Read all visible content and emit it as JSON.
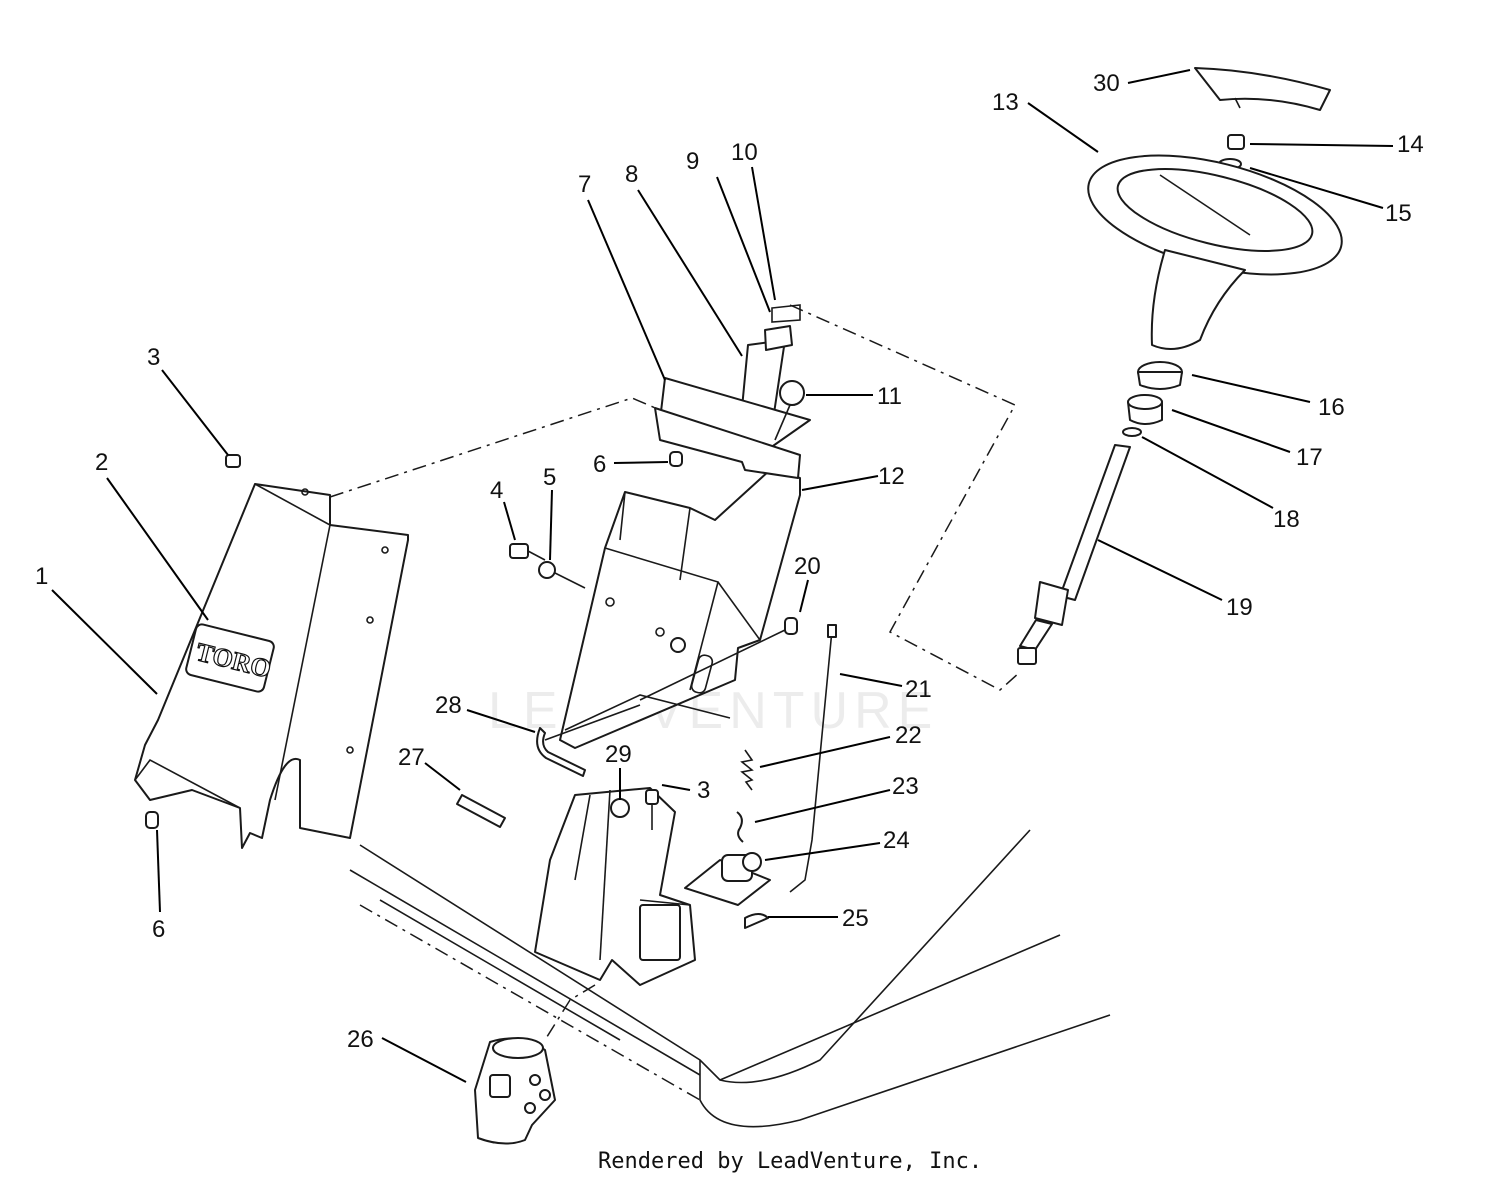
{
  "watermark": "LEADVENTURE",
  "brand_logo_text": "TORO",
  "credit": "Rendered by LeadVenture, Inc.",
  "callouts": [
    "1",
    "2",
    "3",
    "3",
    "4",
    "5",
    "6",
    "6",
    "7",
    "8",
    "9",
    "10",
    "11",
    "12",
    "13",
    "14",
    "15",
    "16",
    "17",
    "18",
    "19",
    "20",
    "21",
    "22",
    "23",
    "24",
    "25",
    "26",
    "27",
    "28",
    "29",
    "30"
  ]
}
